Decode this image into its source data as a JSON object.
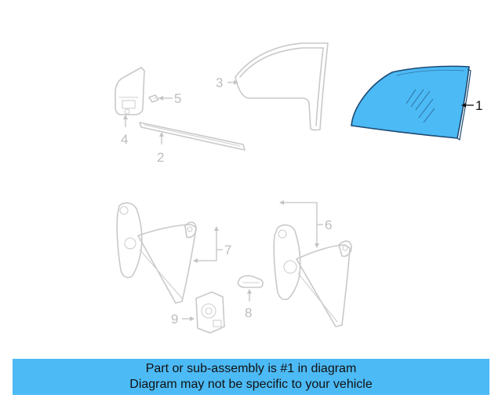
{
  "colors": {
    "highlight_fill": "#4cbaf5",
    "highlight_stroke": "#1c4a73",
    "faded_part": "#c9c9c9",
    "banner": "#4cbaf5"
  },
  "callouts": {
    "c1": "1",
    "c2": "2",
    "c3": "3",
    "c4": "4",
    "c5": "5",
    "c6": "6",
    "c7": "7",
    "c8": "8",
    "c9": "9"
  },
  "highlighted_part": "1",
  "caption": {
    "line1": "Part or sub-assembly is #1 in diagram",
    "line2": "Diagram may not be specific to your vehicle"
  }
}
